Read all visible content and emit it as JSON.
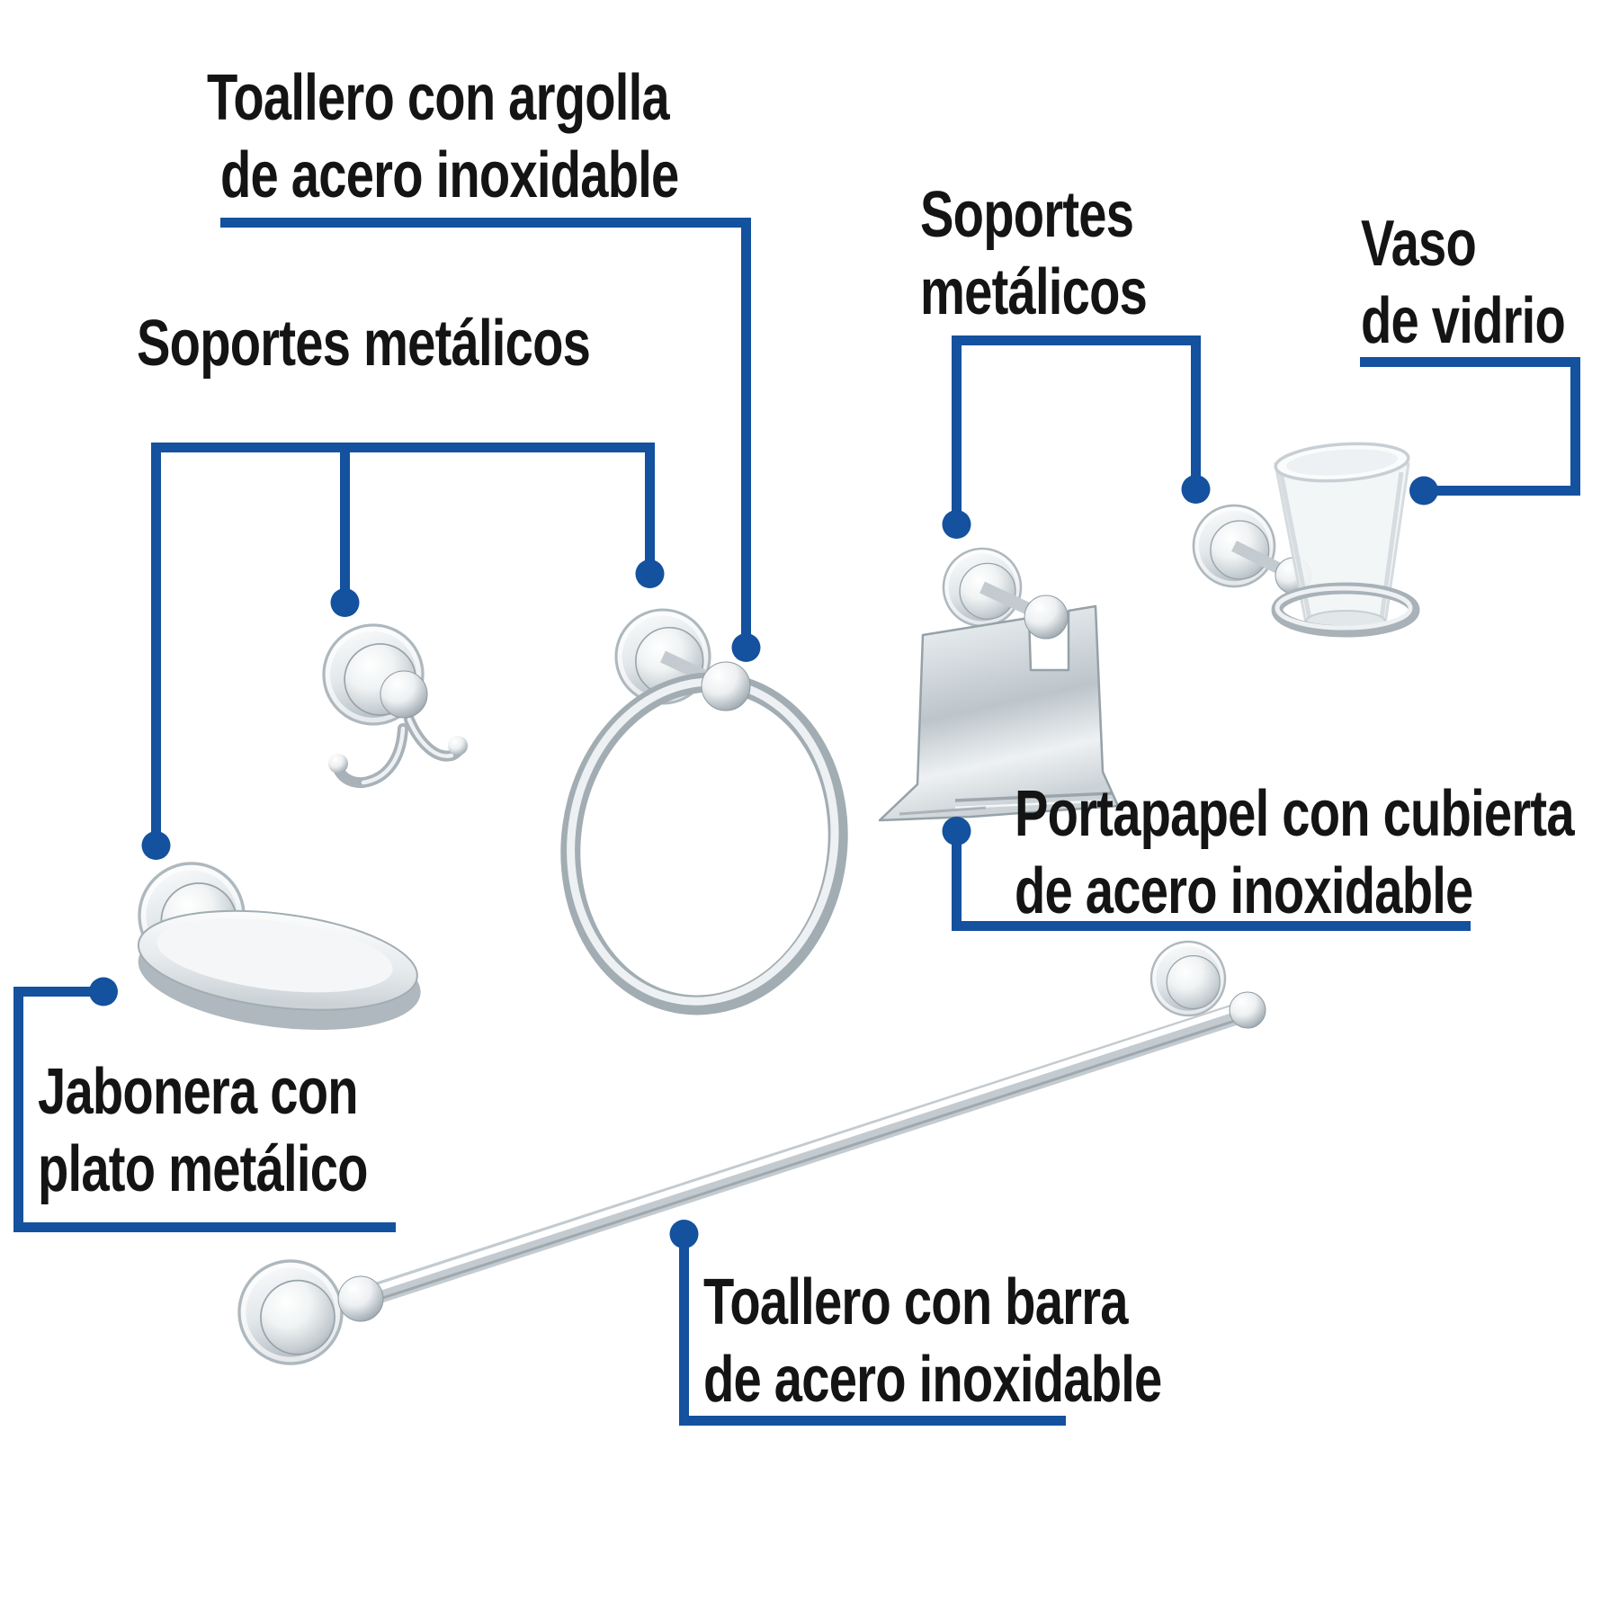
{
  "canvas": {
    "background": "#ffffff",
    "accent_color": "#14519E",
    "text_color": "#141414"
  },
  "labels": {
    "towel_ring": {
      "line1": "Toallero con argolla",
      "line2": "de acero inoxidable"
    },
    "supports_left": {
      "line1": "Soportes metálicos"
    },
    "supports_right": {
      "line1": "Soportes",
      "line2": "metálicos"
    },
    "glass": {
      "line1": "Vaso",
      "line2": "de vidrio"
    },
    "paper_holder": {
      "line1": "Portapapel con cubierta",
      "line2": "de acero inoxidable"
    },
    "soap_dish": {
      "line1": "Jabonera con",
      "line2": "plato metálico"
    },
    "towel_bar": {
      "line1": "Toallero con barra",
      "line2": "de acero inoxidable"
    }
  }
}
